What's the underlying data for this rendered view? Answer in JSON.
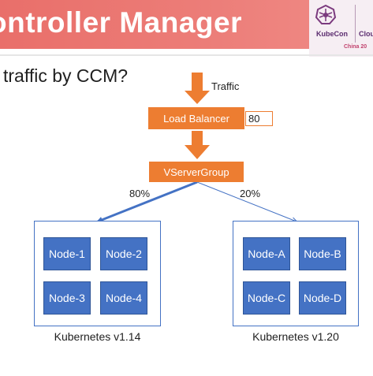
{
  "header": {
    "title": "ontroller Manager",
    "logo": {
      "kubecon": "KubeCon",
      "cloud": "Clou",
      "sub": "China 20"
    }
  },
  "question": "traffic by CCM?",
  "diagram": {
    "traffic_label": "Traffic",
    "load_balancer": "Load Balancer",
    "port": "80",
    "vserver_group": "VServerGroup",
    "split_left": "80%",
    "split_right": "20%",
    "clusters": [
      {
        "label": "Kubernetes v1.14",
        "nodes": [
          "Node-1",
          "Node-2",
          "Node-3",
          "Node-4"
        ]
      },
      {
        "label": "Kubernetes v1.20",
        "nodes": [
          "Node-A",
          "Node-B",
          "Node-C",
          "Node-D"
        ]
      }
    ],
    "colors": {
      "orange": "#ed7d31",
      "blue": "#4472c4",
      "header": "#e96f6a"
    }
  }
}
